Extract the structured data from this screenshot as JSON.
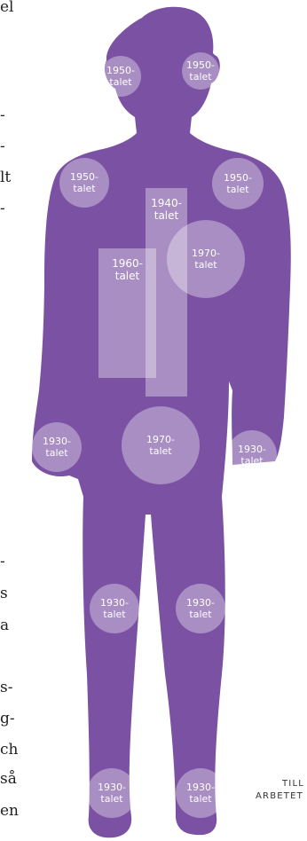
{
  "colors": {
    "figure": "#7b52a3",
    "overlay": "rgba(255,255,255,0.35)"
  },
  "left_text_fragments": [
    "el",
    "-",
    "-",
    "lt",
    "-",
    "-",
    "s",
    "a",
    "s-",
    "g-",
    "ch",
    "så",
    "en"
  ],
  "side_text": {
    "line1": "TILL",
    "line2": "ARBETET"
  },
  "badges": {
    "head_left": [
      "1950-",
      "talet"
    ],
    "head_right": [
      "1950-",
      "talet"
    ],
    "shoulder_left": [
      "1950-",
      "talet"
    ],
    "shoulder_right": [
      "1950-",
      "talet"
    ],
    "chest": [
      "1970-",
      "talet"
    ],
    "belly": [
      "1970-",
      "talet"
    ],
    "hand_left": [
      "1930-",
      "talet"
    ],
    "hand_right": [
      "1930-",
      "talet"
    ],
    "knee_left": [
      "1930-",
      "talet"
    ],
    "knee_right": [
      "1930-",
      "talet"
    ],
    "foot_left": [
      "1930-",
      "talet"
    ],
    "foot_right": [
      "1930-",
      "talet"
    ]
  },
  "bars": {
    "bar_1940": [
      "1940-",
      "talet"
    ],
    "bar_1960": [
      "1960-",
      "talet"
    ]
  }
}
